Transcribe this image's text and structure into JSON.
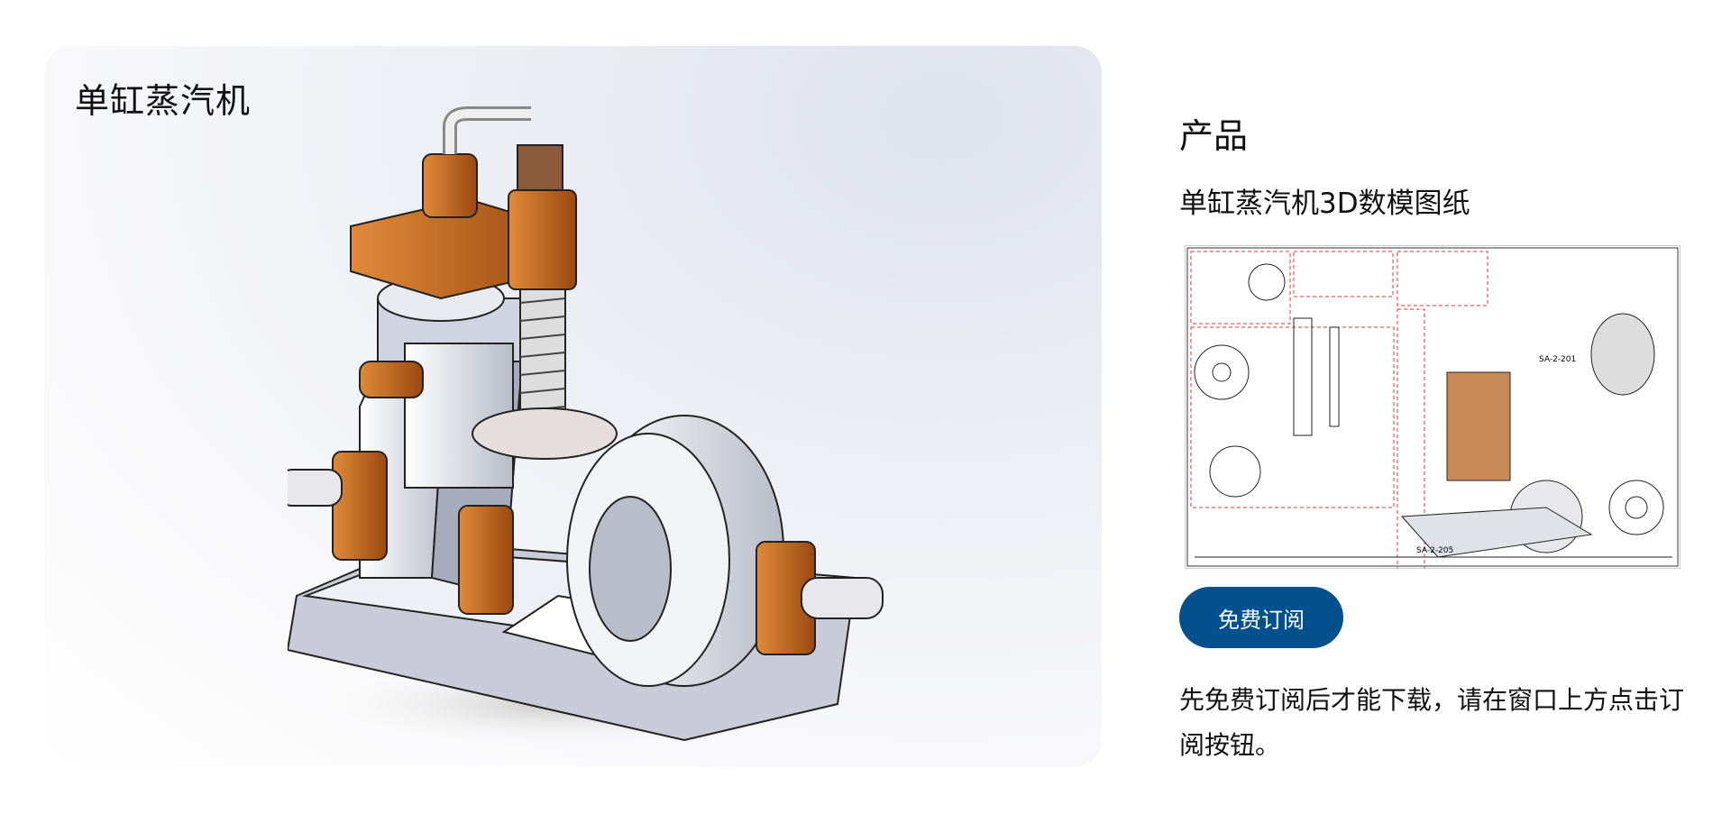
{
  "hero": {
    "title": "单缸蒸汽机"
  },
  "product": {
    "heading": "产品",
    "name": "单缸蒸汽机3D数模图纸",
    "drawing_label": "SA-2-205",
    "drawing_label2": "SA-2-201",
    "subscribe_button": "免费订阅",
    "note": "先免费订阅后才能下载，请在窗口上方点击订阅按钮。"
  },
  "colors": {
    "accent": "#02508e",
    "copper": "#c8651c"
  }
}
